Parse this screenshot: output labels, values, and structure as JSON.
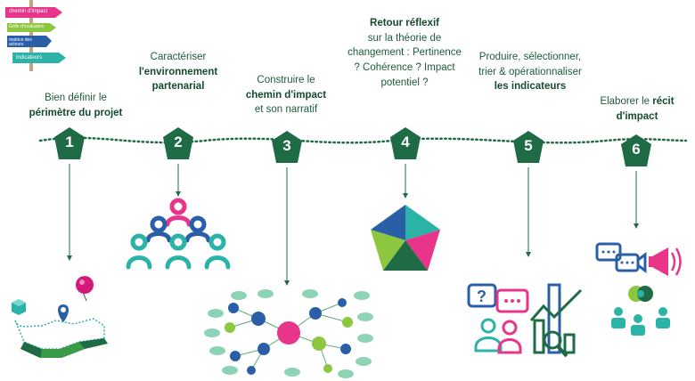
{
  "signpost": {
    "labels": [
      "chemin d'impact",
      "Grille d'évaluation",
      "matrice des acteurs",
      "indicateurs"
    ],
    "colors": [
      "#e8358a",
      "#8dc63f",
      "#2a5fa8",
      "#2bb3a8"
    ]
  },
  "steps": [
    {
      "num": "1",
      "pre": "Bien définir le",
      "bold": "périmètre du projet",
      "post": ""
    },
    {
      "num": "2",
      "pre": "Caractériser",
      "bold": "l'environnement partenarial",
      "post": ""
    },
    {
      "num": "3",
      "pre": "Construire le",
      "bold": "chemin d'impact",
      "post": "et son narratif"
    },
    {
      "num": "4",
      "pre": "",
      "bold": "Retour réflexif",
      "post": "sur la théorie de changement : Pertinence ? Cohérence ? Impact potentiel ?"
    },
    {
      "num": "5",
      "pre": "Produire, sélectionner, trier & opérationnaliser",
      "bold": "les indicateurs",
      "post": ""
    },
    {
      "num": "6",
      "pre": "Elaborer le",
      "bold": "récit d'impact",
      "post": ""
    }
  ],
  "colors": {
    "dark_green": "#1e6b45",
    "teal": "#2bb3a8",
    "pink": "#e8358a",
    "blue": "#2a5fa8",
    "lime": "#8dc63f"
  },
  "icons": [
    "signpost-icon",
    "map-pin-icon",
    "people-network-icon",
    "mind-map-icon",
    "pentagon-icon",
    "chat-magnifier-icon",
    "communication-icon"
  ]
}
